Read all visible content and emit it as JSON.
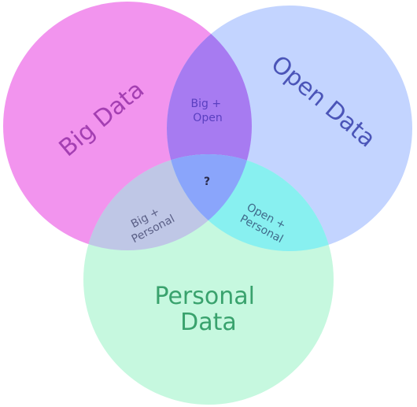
{
  "diagram": {
    "type": "venn",
    "sets": [
      {
        "id": "big",
        "label": "Big Data",
        "color": "#f294ee"
      },
      {
        "id": "open",
        "label": "Open Data",
        "color": "#c3d4ff"
      },
      {
        "id": "personal",
        "label": "Personal Data",
        "lines": [
          "Personal",
          "Data"
        ],
        "color": "#c6f8df"
      }
    ],
    "intersections": [
      {
        "sets": [
          "big",
          "open"
        ],
        "lines": [
          "Big +",
          "Open"
        ],
        "color": "#a77bf1"
      },
      {
        "sets": [
          "big",
          "personal"
        ],
        "lines": [
          "Big +",
          "Personal"
        ],
        "color": "#bfc7e6"
      },
      {
        "sets": [
          "open",
          "personal"
        ],
        "lines": [
          "Open +",
          "Personal"
        ],
        "color": "#88f0f0"
      },
      {
        "sets": [
          "big",
          "open",
          "personal"
        ],
        "label": "?",
        "color": "#8aa5fb"
      }
    ],
    "text_colors": {
      "big": "#a43fb2",
      "open": "#4b55b8",
      "personal": "#39a26d",
      "big_open": "#5a3fc0",
      "big_personal": "#5a5f86",
      "open_personal": "#3f6a8a",
      "center": "#2a2a4a"
    }
  }
}
